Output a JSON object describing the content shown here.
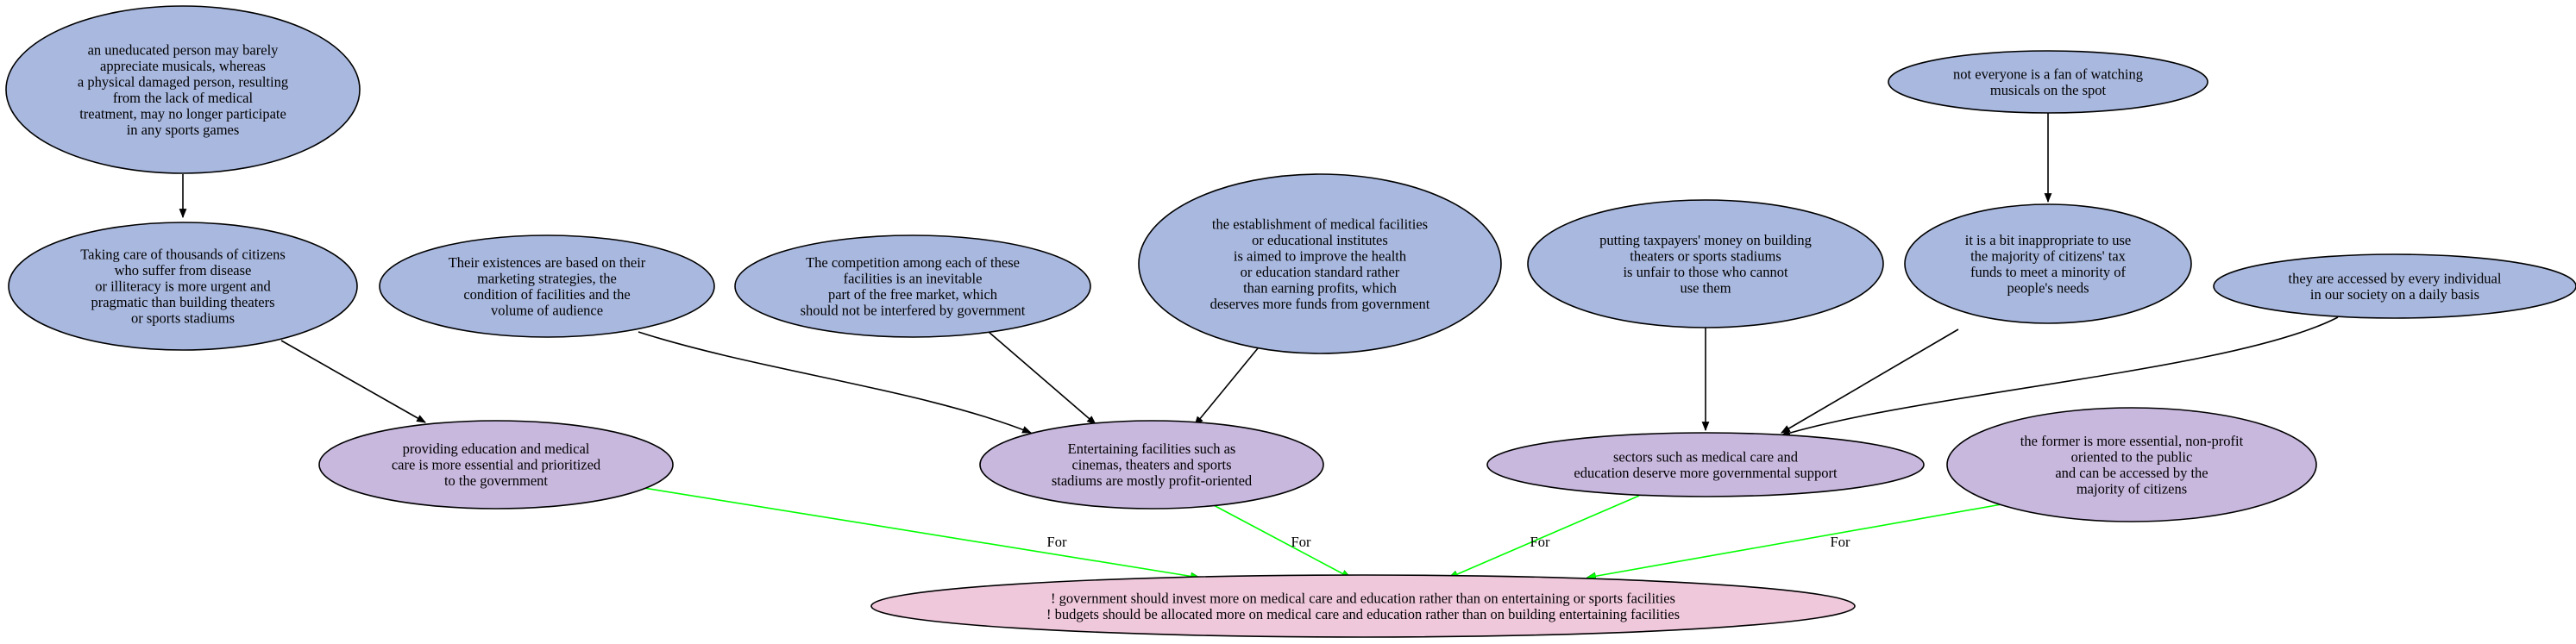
{
  "colors": {
    "premise_fill": "#a9b8df",
    "claim_fill": "#c8b8de",
    "conclusion_fill": "#f0c8dc",
    "support_edge": "#000000",
    "for_edge": "#00ff00"
  },
  "nodes": {
    "n1": {
      "kind": "premise",
      "lines": [
        "an uneducated person may barely",
        "appreciate musicals, whereas",
        "a physical damaged person, resulting",
        "from the lack of medical",
        "treatment, may no longer participate",
        "in any sports games"
      ]
    },
    "n2": {
      "kind": "premise",
      "lines": [
        "not everyone is a fan of watching",
        "musicals on the spot"
      ]
    },
    "n3": {
      "kind": "premise",
      "lines": [
        "Taking care of thousands of citizens",
        "who suffer from disease",
        "or illiteracy is more urgent and",
        "pragmatic than building theaters",
        "or sports stadiums"
      ]
    },
    "n4": {
      "kind": "premise",
      "lines": [
        "Their existences are based on their",
        "marketing strategies, the",
        "condition of facilities and the",
        "volume of audience"
      ]
    },
    "n5": {
      "kind": "premise",
      "lines": [
        "The competition among each of these",
        "facilities is an inevitable",
        "part of the free market, which",
        "should not be interfered by government"
      ]
    },
    "n6": {
      "kind": "premise",
      "lines": [
        "the establishment of medical facilities",
        "or educational institutes",
        "is aimed to improve the health",
        "or education standard rather",
        "than earning profits, which",
        "deserves more funds from government"
      ]
    },
    "n7": {
      "kind": "premise",
      "lines": [
        "putting taxpayers' money on building",
        "theaters or sports stadiums",
        "is unfair to those who cannot",
        "use them"
      ]
    },
    "n8": {
      "kind": "premise",
      "lines": [
        "it is a bit inappropriate to use",
        "the majority of citizens' tax",
        "funds to meet a minority of",
        "people's needs"
      ]
    },
    "n9": {
      "kind": "premise",
      "lines": [
        "they are accessed by every individual",
        "in our society on a daily basis"
      ]
    },
    "n10": {
      "kind": "claim",
      "lines": [
        "providing education and medical",
        "care is more essential and prioritized",
        "to the government"
      ]
    },
    "n11": {
      "kind": "claim",
      "lines": [
        "Entertaining facilities such as",
        "cinemas, theaters and sports",
        "stadiums are mostly profit-oriented"
      ]
    },
    "n12": {
      "kind": "claim",
      "lines": [
        "sectors such as medical care and",
        "education deserve more governmental support"
      ]
    },
    "n13": {
      "kind": "claim",
      "lines": [
        "the former is more essential, non-profit",
        "oriented to the public",
        "and can be accessed by the",
        "majority of citizens"
      ]
    },
    "n14": {
      "kind": "conclusion",
      "lines": [
        "! government should invest more on medical care and education rather than on entertaining or sports facilities",
        "! budgets should be allocated more on medical care and education rather than on building entertaining facilities"
      ]
    }
  },
  "edges": [
    {
      "from": "n1",
      "to": "n3",
      "type": "support",
      "label": ""
    },
    {
      "from": "n2",
      "to": "n8",
      "type": "support",
      "label": ""
    },
    {
      "from": "n3",
      "to": "n10",
      "type": "support",
      "label": ""
    },
    {
      "from": "n4",
      "to": "n11",
      "type": "support",
      "label": ""
    },
    {
      "from": "n5",
      "to": "n11",
      "type": "support",
      "label": ""
    },
    {
      "from": "n6",
      "to": "n11",
      "type": "support",
      "label": ""
    },
    {
      "from": "n7",
      "to": "n12",
      "type": "support",
      "label": ""
    },
    {
      "from": "n8",
      "to": "n12",
      "type": "support",
      "label": ""
    },
    {
      "from": "n9",
      "to": "n12",
      "type": "support",
      "label": ""
    },
    {
      "from": "n10",
      "to": "n14",
      "type": "for",
      "label": "For"
    },
    {
      "from": "n11",
      "to": "n14",
      "type": "for",
      "label": "For"
    },
    {
      "from": "n12",
      "to": "n14",
      "type": "for",
      "label": "For"
    },
    {
      "from": "n13",
      "to": "n14",
      "type": "for",
      "label": "For"
    }
  ]
}
